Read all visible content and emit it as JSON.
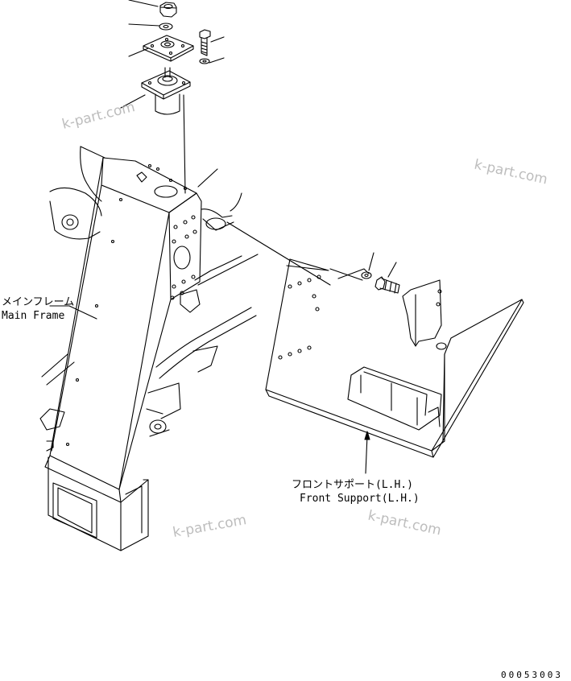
{
  "labels": {
    "main_frame_jp": "メインフレーム",
    "main_frame_en": "Main Frame",
    "front_support_jp": "フロントサポート(L.H.)",
    "front_support_en": "Front Support(L.H.)"
  },
  "watermarks": [
    "k-part.com",
    "k-part.com",
    "k-part.com",
    "k-part.com"
  ],
  "drawing_code": "00053003"
}
